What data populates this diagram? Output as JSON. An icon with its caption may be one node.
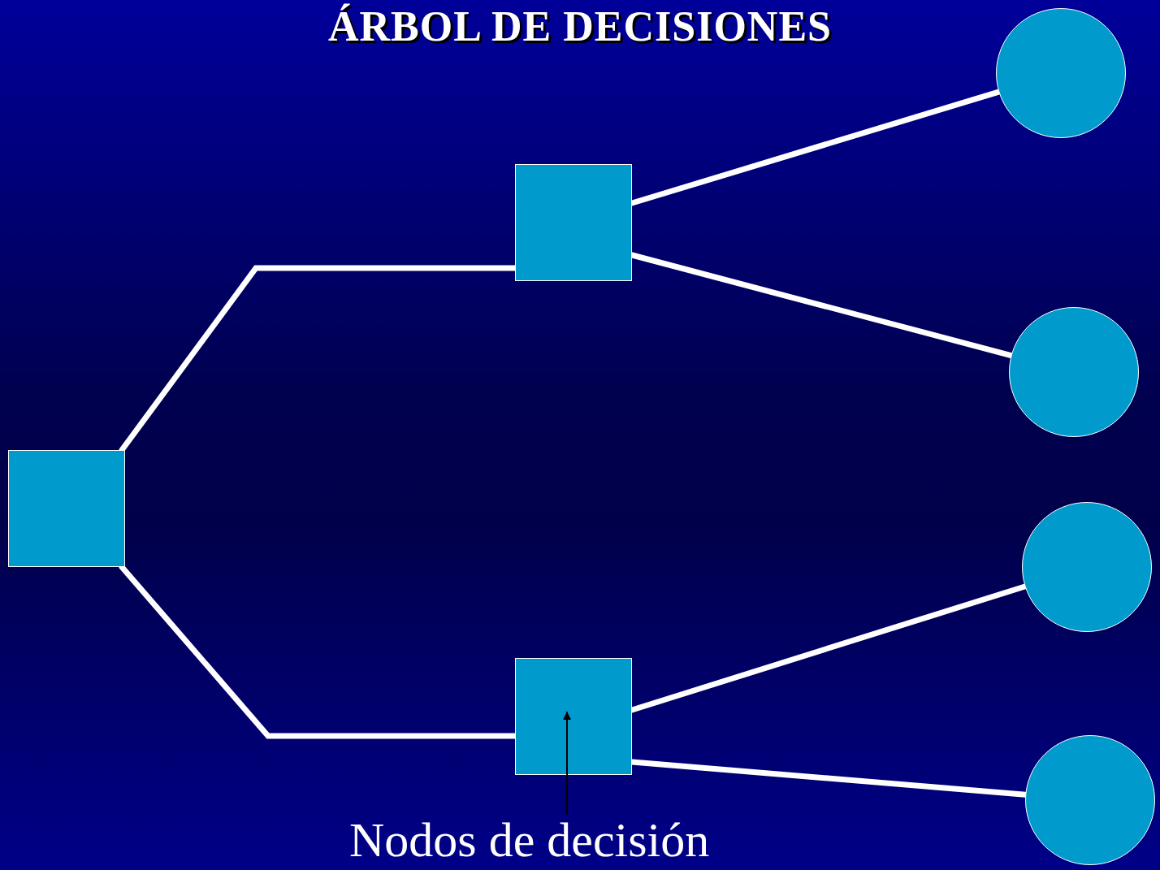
{
  "diagram": {
    "title": "ÁRBOL DE DECISIONES",
    "nodes": [
      {
        "text": [],
        "shape": "box"
      },
      {
        "text": [],
        "shape": "box"
      },
      {
        "text": [],
        "shape": "box"
      },
      {
        "text": [],
        "shape": "circle"
      },
      {
        "text": [],
        "shape": "circle"
      },
      {
        "text": [],
        "shape": "circle"
      },
      {
        "text": [],
        "shape": "circle"
      },
      {
        "text": [
          "Nodos de decisión"
        ]
      }
    ],
    "edges": [
      {
        "from": 0,
        "to": 1,
        "arrow": "none"
      },
      {
        "from": 0,
        "to": 2,
        "arrow": "none"
      },
      {
        "from": 1,
        "to": 3,
        "arrow": "none"
      },
      {
        "from": 1,
        "to": 4,
        "arrow": "none"
      },
      {
        "from": 2,
        "to": 5,
        "arrow": "none"
      },
      {
        "from": 2,
        "to": 6,
        "arrow": "none"
      },
      {
        "from": 7,
        "to": 2,
        "arrow": "to",
        "color": "#000000"
      }
    ]
  }
}
